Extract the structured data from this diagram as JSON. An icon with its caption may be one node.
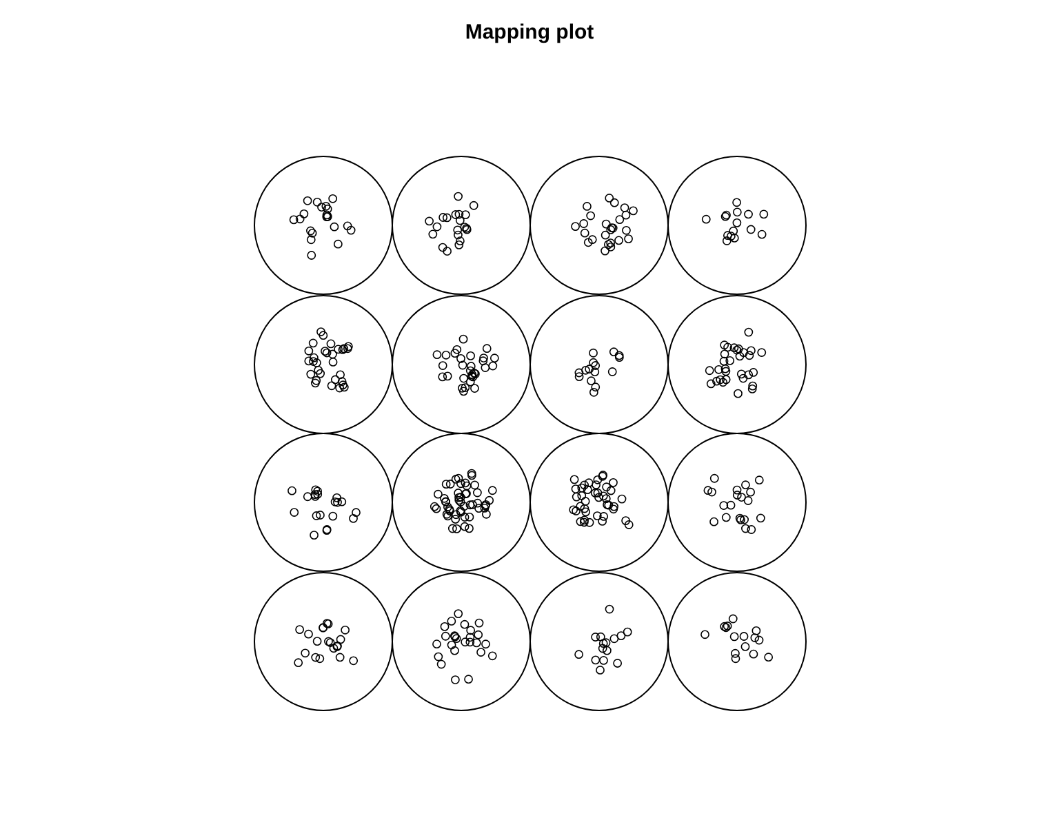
{
  "diagram": {
    "title": "Mapping plot",
    "nodes": [
      {
        "text": [],
        "shape": "circle"
      },
      {
        "text": [],
        "shape": "circle"
      },
      {
        "text": [],
        "shape": "circle"
      },
      {
        "text": [],
        "shape": "circle"
      },
      {
        "text": [],
        "shape": "circle"
      },
      {
        "text": [],
        "shape": "circle"
      },
      {
        "text": [],
        "shape": "circle"
      },
      {
        "text": [],
        "shape": "circle"
      },
      {
        "text": [],
        "shape": "circle"
      },
      {
        "text": [],
        "shape": "circle"
      },
      {
        "text": [],
        "shape": "circle"
      },
      {
        "text": [],
        "shape": "circle"
      },
      {
        "text": [],
        "shape": "circle"
      },
      {
        "text": [],
        "shape": "circle"
      },
      {
        "text": [],
        "shape": "circle"
      },
      {
        "text": [],
        "shape": "circle"
      }
    ]
  }
}
